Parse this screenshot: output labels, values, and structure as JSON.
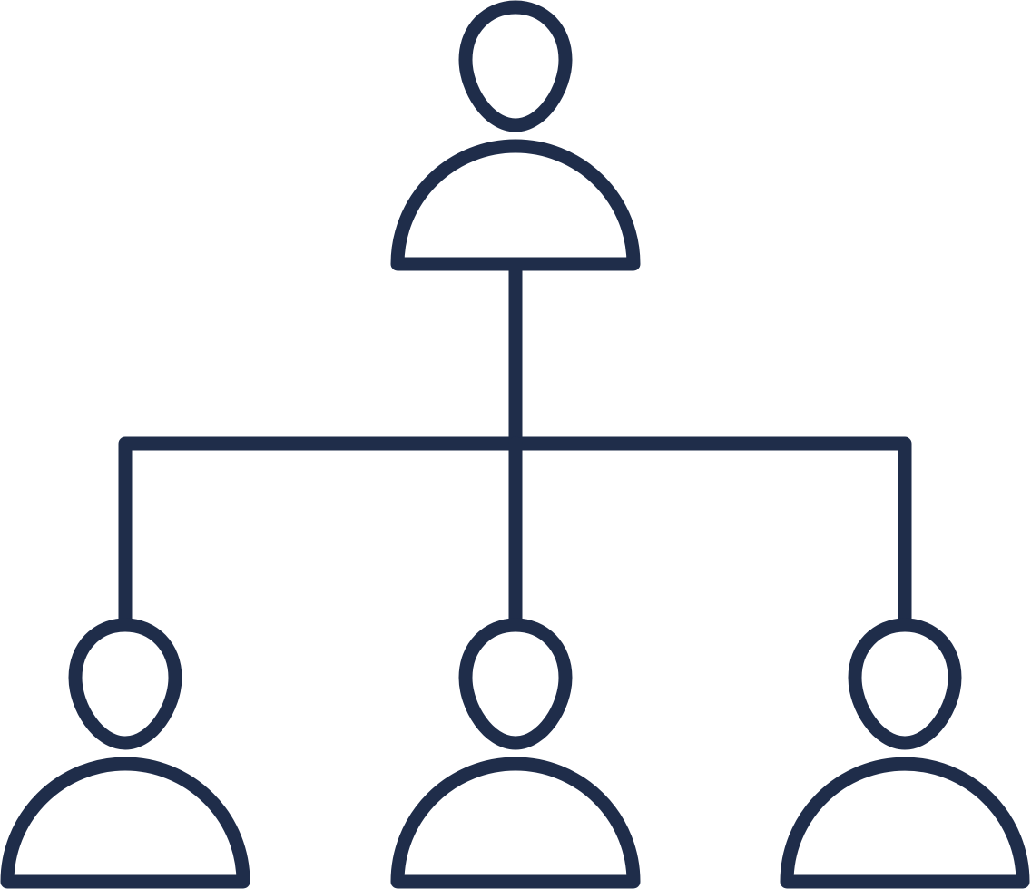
{
  "diagram": {
    "type": "org-chart-icon",
    "colors": {
      "stroke": "#1f2d4a",
      "background": "#ffffff"
    },
    "nodes": [
      {
        "id": "top",
        "level": 1,
        "icon": "person-icon"
      },
      {
        "id": "left",
        "level": 2,
        "icon": "person-icon"
      },
      {
        "id": "center",
        "level": 2,
        "icon": "person-icon"
      },
      {
        "id": "right",
        "level": 2,
        "icon": "person-icon"
      }
    ],
    "edges": [
      {
        "from": "top",
        "to": "left"
      },
      {
        "from": "top",
        "to": "center"
      },
      {
        "from": "top",
        "to": "right"
      }
    ]
  }
}
